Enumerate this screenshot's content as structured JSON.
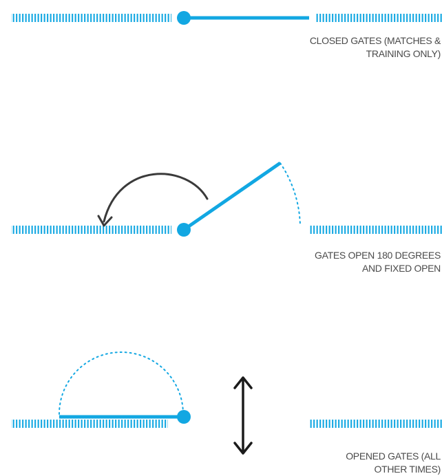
{
  "colors": {
    "gate": "#12a7e2",
    "arrow_dark": "#3a3a3a",
    "arrow_black": "#1b1b1b",
    "text": "#4a4a4a",
    "background": "#ffffff"
  },
  "panels": [
    {
      "state": "closed",
      "caption_lines": [
        "CLOSED GATES (MATCHES &",
        "TRAINING ONLY)"
      ]
    },
    {
      "state": "open-180",
      "caption_lines": [
        "GATES OPEN 180 DEGREES",
        "AND FIXED OPEN"
      ]
    },
    {
      "state": "opened",
      "caption_lines": [
        "OPENED GATES  (ALL",
        "OTHER TIMES)"
      ]
    }
  ]
}
